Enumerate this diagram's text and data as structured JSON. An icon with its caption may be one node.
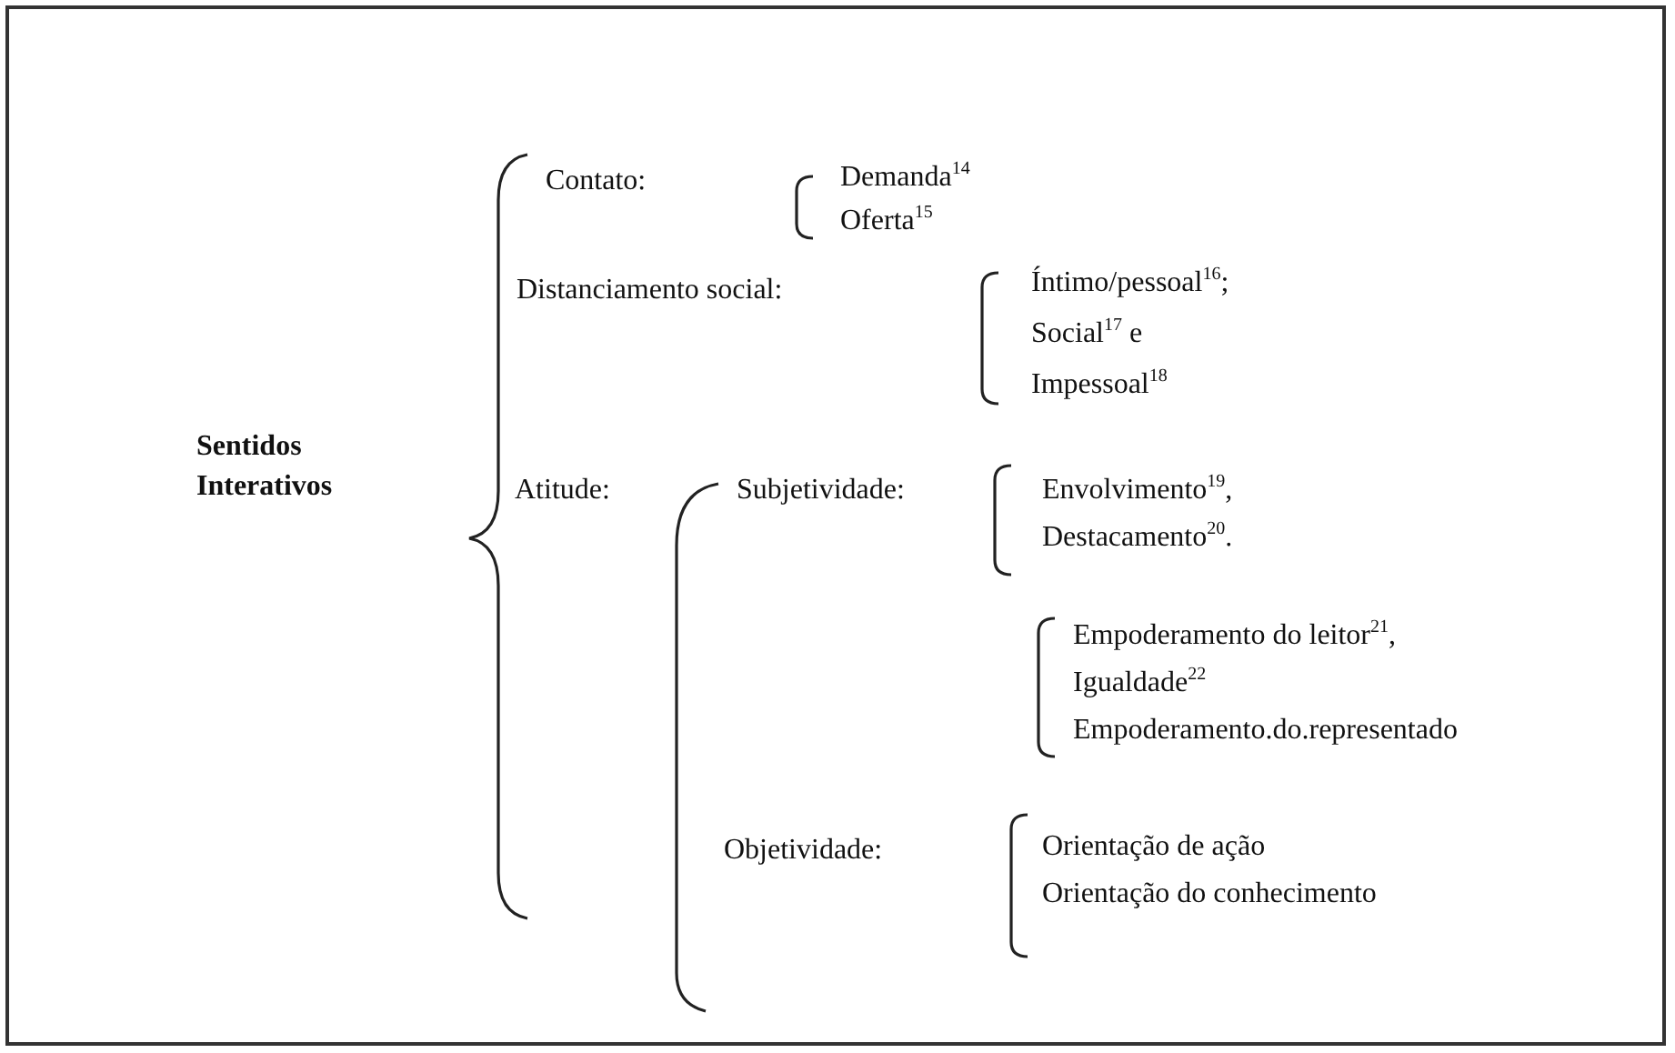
{
  "diagram": {
    "labels": [
      "Sentidos Interativos",
      "Contato:",
      "Demanda$^{14}$",
      "Oferta$^{15}$",
      "Distanciamento social:",
      "Íntimo/pessoal$^{16}$;",
      "Social$^{17}$ e",
      "Impessoal$^{18}$",
      "Atitude:",
      "Subjetividade:",
      "Envolvimento$^{19}$,",
      "Destacamento$^{20}$.",
      "Empoderamento do leitor$^{21}$,",
      "Igualdade$^{22}$",
      "Empoderamento.do.representado",
      "Objetividade:",
      "Orientação de ação",
      "Orientação do conhecimento"
    ]
  }
}
